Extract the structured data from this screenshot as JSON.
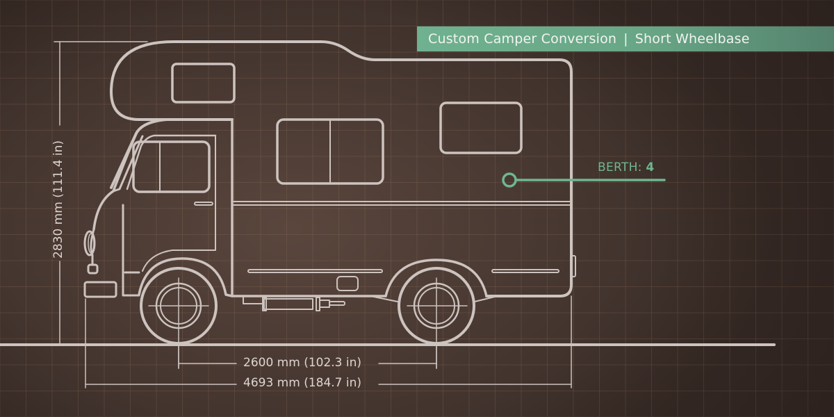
{
  "title": {
    "primary": "Custom Camper Conversion",
    "separator": "|",
    "secondary": "Short Wheelbase",
    "banner_color": "#6fb190"
  },
  "callout": {
    "label": "BERTH:",
    "value": "4",
    "color": "#6fb791"
  },
  "dimensions": {
    "height": "2830 mm (111.4 in)",
    "wheelbase": "2600 mm (102.3 in)",
    "overall_length": "4693 mm (184.7 in)"
  },
  "colors": {
    "line": "#cdc3bf",
    "background": "#4a3a33",
    "accent": "#6fb791"
  }
}
